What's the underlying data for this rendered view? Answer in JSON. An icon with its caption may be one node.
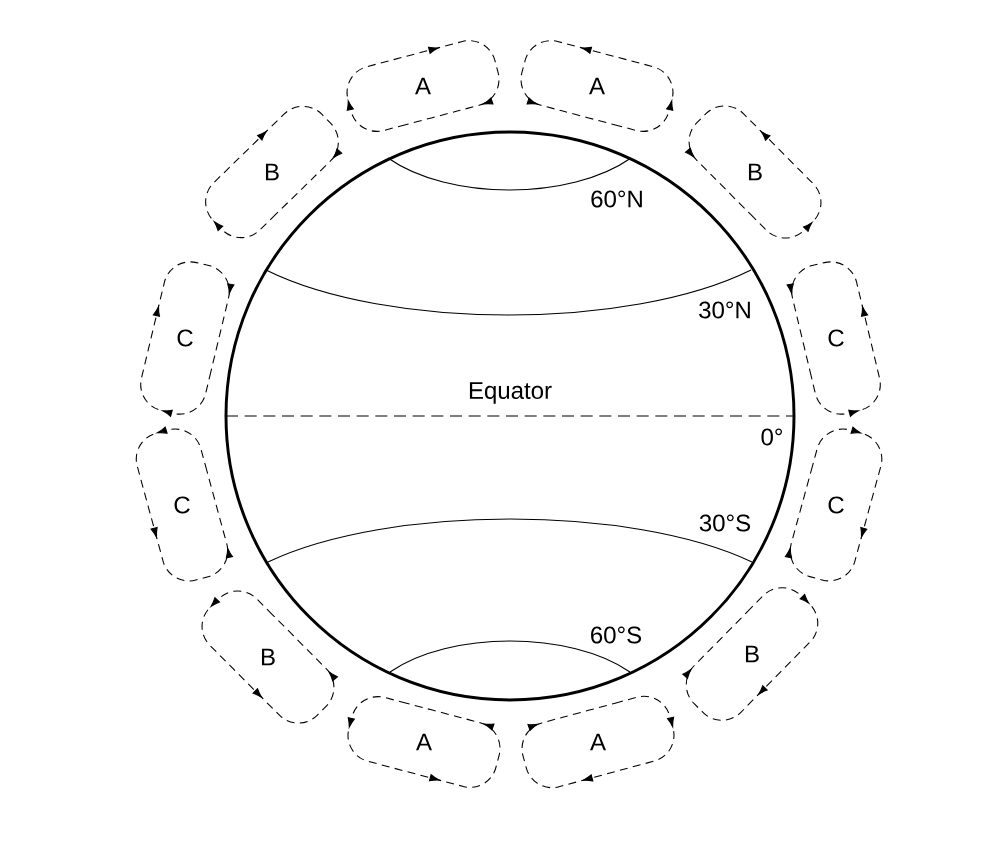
{
  "diagram": {
    "nodes": [
      {
        "text": [
          "A"
        ]
      },
      {
        "text": [
          "A"
        ]
      },
      {
        "text": [
          "B"
        ]
      },
      {
        "text": [
          "B"
        ]
      },
      {
        "text": [
          "C"
        ]
      },
      {
        "text": [
          "C"
        ]
      },
      {
        "text": [
          "C"
        ]
      },
      {
        "text": [
          "C"
        ]
      },
      {
        "text": [
          "B"
        ]
      },
      {
        "text": [
          "B"
        ]
      },
      {
        "text": [
          "A"
        ]
      },
      {
        "text": [
          "A"
        ]
      }
    ],
    "labels": [
      "60°N",
      "30°N",
      "Equator",
      "0°",
      "30°S",
      "60°S"
    ]
  }
}
